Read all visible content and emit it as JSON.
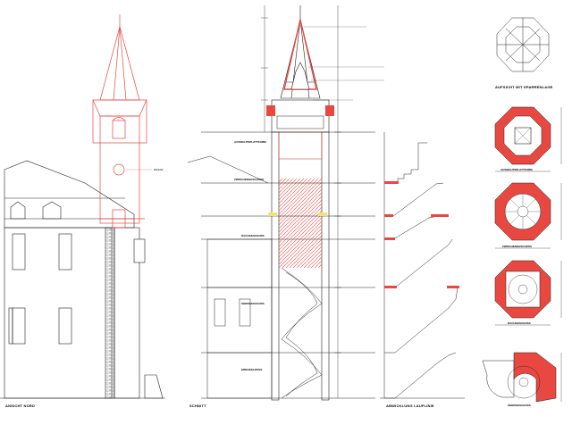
{
  "colors": {
    "red": "#e8483f",
    "pink": "#f7c6c0",
    "line": "#222222",
    "yellow": "#f3e27a"
  },
  "captions": {
    "north_view": "ANSICHT NORD",
    "section": "SCHNITT",
    "unfolding": "ABWICKLUNG LAUFLINIE",
    "top_view": "AUFSICHT MIT SPARRENLAGE"
  },
  "levels": {
    "platform": "AUSSICHTSPLATTFORM",
    "intermediate": "ZWISCHENGESCHOSS",
    "attic": "DACHGESCHOSS",
    "upper": "OBERGESCHOSS",
    "ground": "ERDGESCHOSS"
  }
}
